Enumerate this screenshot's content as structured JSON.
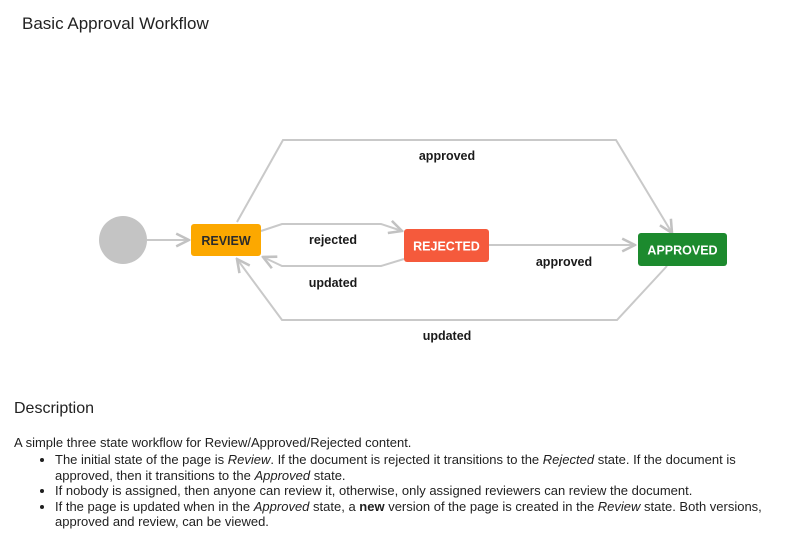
{
  "title": "Basic Approval Workflow",
  "diagram": {
    "states": {
      "review": {
        "label": "REVIEW",
        "color": "#fca800",
        "text_color": "#2b2b2b"
      },
      "rejected": {
        "label": "REJECTED",
        "color": "#f55a3c",
        "text_color": "#ffffff"
      },
      "approved": {
        "label": "APPROVED",
        "color": "#1c8a2e",
        "text_color": "#ffffff"
      }
    },
    "start_node_color": "#c4c4c4",
    "transitions": {
      "review_to_approved": "approved",
      "review_to_rejected": "rejected",
      "rejected_to_review": "updated",
      "rejected_to_approved": "approved",
      "approved_to_review": "updated"
    }
  },
  "description": {
    "heading": "Description",
    "intro": "A simple three state workflow for Review/Approved/Rejected content.",
    "bullets": {
      "b1": {
        "t1": "The initial state of the page is ",
        "t2": "Review",
        "t3": ". If the document is rejected it transitions to the ",
        "t4": "Rejected",
        "t5": " state. If the document is approved, then it transitions to the ",
        "t6": "Approved",
        "t7": " state."
      },
      "b2": {
        "t1": "If nobody is assigned, then anyone can review it, otherwise, only assigned reviewers can review the document."
      },
      "b3": {
        "t1": "If the page is updated when in the ",
        "t2": "Approved",
        "t3": " state, a ",
        "t4": "new",
        "t5": " version of the page is created in the ",
        "t6": "Review",
        "t7": " state. Both versions, approved and review, can be viewed."
      }
    }
  }
}
